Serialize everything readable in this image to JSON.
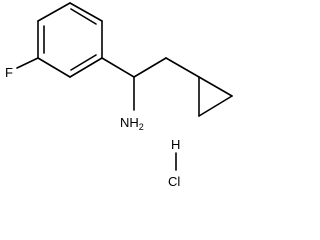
{
  "molecule": {
    "atoms": {
      "fluorine": "F",
      "amine_n": "N",
      "amine_h": "H",
      "amine_h_count": "2",
      "hcl_h": "H",
      "hcl_cl": "Cl"
    }
  }
}
